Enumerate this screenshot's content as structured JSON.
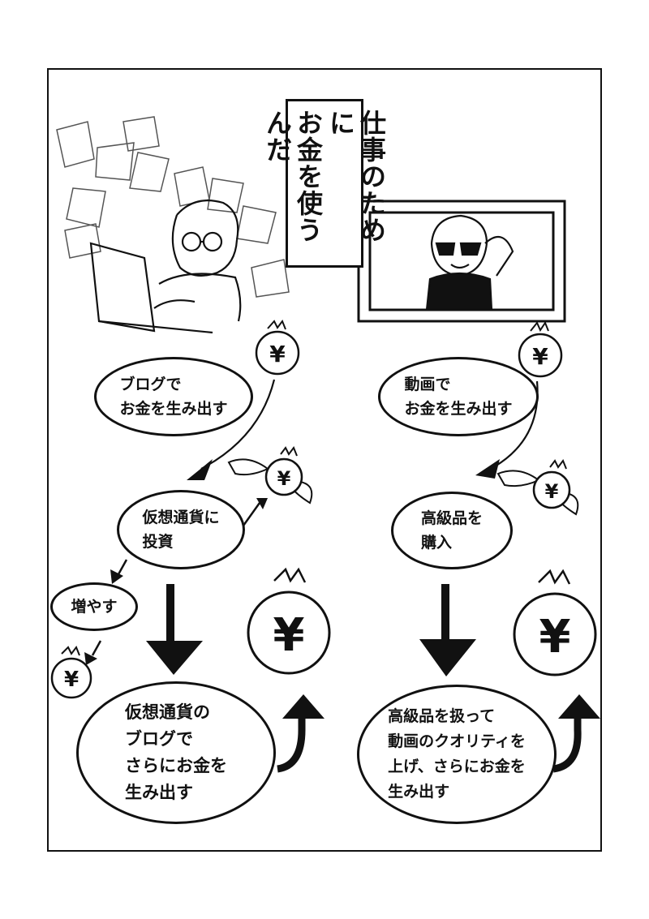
{
  "title": {
    "lines": [
      "仕事のために",
      "お金を使うんだ"
    ]
  },
  "left_flow": {
    "step1": "ブログで\nお金を生み出す",
    "step2": "仮想通貨に\n投資",
    "branch": "増やす",
    "result": "仮想通貨の\nブログで\nさらにお金を\n生み出す"
  },
  "right_flow": {
    "step1": "動画で\nお金を生み出す",
    "step2": "高級品を\n購入",
    "result": "高級品を扱って\n動画のクオリティを\n上げ、さらにお金を\n生み出す"
  },
  "icons": {
    "money_bag": "money-bag-icon",
    "yen_symbol": "¥",
    "flying_money": "winged-money-bag-icon"
  },
  "colors": {
    "ink": "#111111",
    "paper": "#ffffff"
  }
}
